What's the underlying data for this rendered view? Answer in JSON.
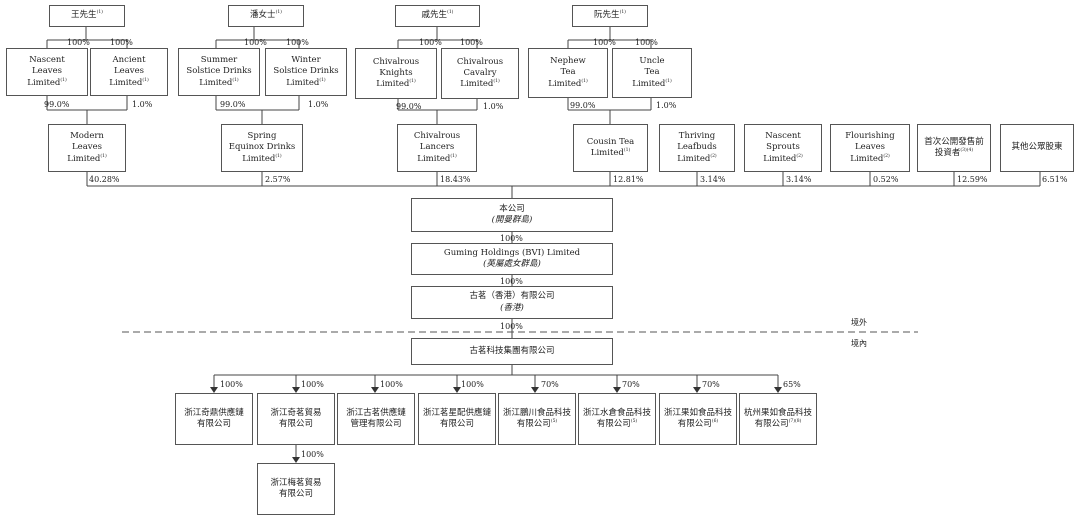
{
  "nodes": {
    "wang": {
      "lines": [
        "王先生"
      ],
      "sup": "(1)"
    },
    "pan": {
      "lines": [
        "潘女士"
      ],
      "sup": "(1)"
    },
    "qi": {
      "lines": [
        "戚先生"
      ],
      "sup": "(1)"
    },
    "ruan": {
      "lines": [
        "阮先生"
      ],
      "sup": "(1)"
    },
    "nascent_leaves": {
      "lines": [
        "Nascent",
        "Leaves",
        "Limited"
      ],
      "sup": "(1)"
    },
    "ancient_leaves": {
      "lines": [
        "Ancient",
        "Leaves",
        "Limited"
      ],
      "sup": "(1)"
    },
    "summer_solstice": {
      "lines": [
        "Summer",
        "Solstice Drinks",
        "Limited"
      ],
      "sup": "(1)"
    },
    "winter_solstice": {
      "lines": [
        "Winter",
        "Solstice Drinks",
        "Limited"
      ],
      "sup": "(1)"
    },
    "chivalrous_knights": {
      "lines": [
        "Chivalrous",
        "Knights",
        "Limited"
      ],
      "sup": "(1)"
    },
    "chivalrous_cavalry": {
      "lines": [
        "Chivalrous",
        "Cavalry",
        "Limited"
      ],
      "sup": "(1)"
    },
    "nephew_tea": {
      "lines": [
        "Nephew",
        "Tea",
        "Limited"
      ],
      "sup": "(1)"
    },
    "uncle_tea": {
      "lines": [
        "Uncle",
        "Tea",
        "Limited"
      ],
      "sup": "(1)"
    },
    "modern_leaves": {
      "lines": [
        "Modern",
        "Leaves",
        "Limited"
      ],
      "sup": "(1)"
    },
    "spring_equinox": {
      "lines": [
        "Spring",
        "Equinox Drinks",
        "Limited"
      ],
      "sup": "(1)"
    },
    "chivalrous_lancers": {
      "lines": [
        "Chivalrous",
        "Lancers",
        "Limited"
      ],
      "sup": "(1)"
    },
    "cousin_tea": {
      "lines": [
        "Cousin Tea",
        "Limited"
      ],
      "sup": "(1)"
    },
    "thriving_leafbuds": {
      "lines": [
        "Thriving",
        "Leafbuds",
        "Limited"
      ],
      "sup": "(2)"
    },
    "nascent_sprouts": {
      "lines": [
        "Nascent",
        "Sprouts",
        "Limited"
      ],
      "sup": "(2)"
    },
    "flourishing_leaves": {
      "lines": [
        "Flourishing",
        "Leaves",
        "Limited"
      ],
      "sup": "(2)"
    },
    "pre_ipo": {
      "lines": [
        "首次公開發售前",
        "投資者"
      ],
      "sup": "(3)(4)"
    },
    "public": {
      "lines": [
        "其他公眾股東"
      ],
      "sup": ""
    },
    "company": {
      "lines": [
        "本公司",
        "(開曼群島)"
      ],
      "sup": ""
    },
    "bvi": {
      "lines": [
        "Guming Holdings (BVI) Limited",
        "(英屬處女群島)"
      ],
      "sup": ""
    },
    "hk": {
      "lines": [
        "古茗（香港）有限公司",
        "(香港)"
      ],
      "sup": ""
    },
    "group": {
      "lines": [
        "古茗科技集團有限公司"
      ],
      "sup": ""
    },
    "s1": {
      "lines": [
        "浙江奇鼎供應鏈",
        "有限公司"
      ],
      "sup": ""
    },
    "s2": {
      "lines": [
        "浙江奇茗貿易",
        "有限公司"
      ],
      "sup": ""
    },
    "s3": {
      "lines": [
        "浙江古茗供應鏈",
        "管理有限公司"
      ],
      "sup": ""
    },
    "s4": {
      "lines": [
        "浙江茗星配供應鏈",
        "有限公司"
      ],
      "sup": ""
    },
    "s5": {
      "lines": [
        "浙江鵬川食品科技",
        "有限公司"
      ],
      "sup": "(5)"
    },
    "s6": {
      "lines": [
        "浙江水倉食品科技",
        "有限公司"
      ],
      "sup": "(5)"
    },
    "s7": {
      "lines": [
        "浙江果如食品科技",
        "有限公司"
      ],
      "sup": "(6)"
    },
    "s8": {
      "lines": [
        "杭州果如食品科技",
        "有限公司"
      ],
      "sup": "(7)(8)"
    },
    "s9": {
      "lines": [
        "浙江梅茗貿易",
        "有限公司"
      ],
      "sup": ""
    }
  },
  "percentages": {
    "p_wang_a": "100%",
    "p_wang_b": "100%",
    "p_pan_a": "100%",
    "p_pan_b": "100%",
    "p_qi_a": "100%",
    "p_qi_b": "100%",
    "p_ruan_a": "100%",
    "p_ruan_b": "100%",
    "p_nl": "99.0%",
    "p_al": "1.0%",
    "p_ss": "99.0%",
    "p_ws": "1.0%",
    "p_ck": "99.0%",
    "p_cc": "1.0%",
    "p_nt": "99.0%",
    "p_ut": "1.0%",
    "p_ml": "40.28%",
    "p_se": "2.57%",
    "p_cl": "18.43%",
    "p_ct": "12.81%",
    "p_tl": "3.14%",
    "p_ns": "3.14%",
    "p_fl": "0.52%",
    "p_pi": "12.59%",
    "p_pu": "6.51%",
    "p_bvi": "100%",
    "p_hk": "100%",
    "p_group": "100%",
    "p_s1": "100%",
    "p_s2": "100%",
    "p_s3": "100%",
    "p_s4": "100%",
    "p_s5": "70%",
    "p_s6": "70%",
    "p_s7": "70%",
    "p_s8": "65%",
    "p_s9": "100%"
  },
  "regions": {
    "offshore": "境外",
    "onshore": "境內"
  }
}
